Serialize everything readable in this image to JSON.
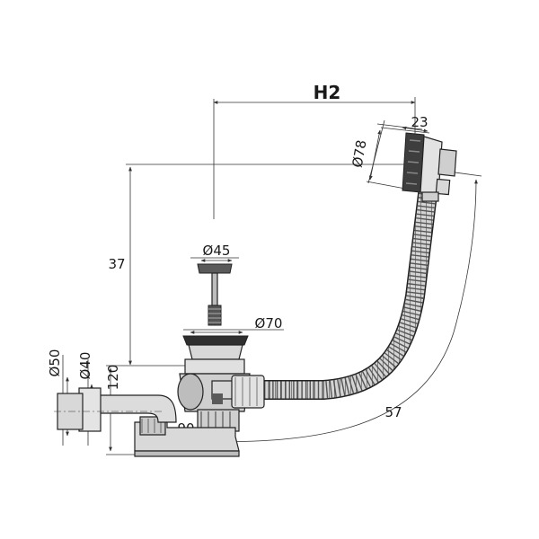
{
  "labels": {
    "h2": "H2",
    "d23": "23",
    "d78": "Ø78",
    "d37": "37",
    "d45": "Ø45",
    "d70": "Ø70",
    "d50": "Ø50",
    "d40": "Ø40",
    "d120": "120",
    "d90": "90",
    "d57": "57"
  },
  "colors": {
    "line": "#333333",
    "part_fill": "#d6d6d6",
    "part_dark": "#4a4a4a",
    "hose_fill": "#cfcfcf"
  }
}
